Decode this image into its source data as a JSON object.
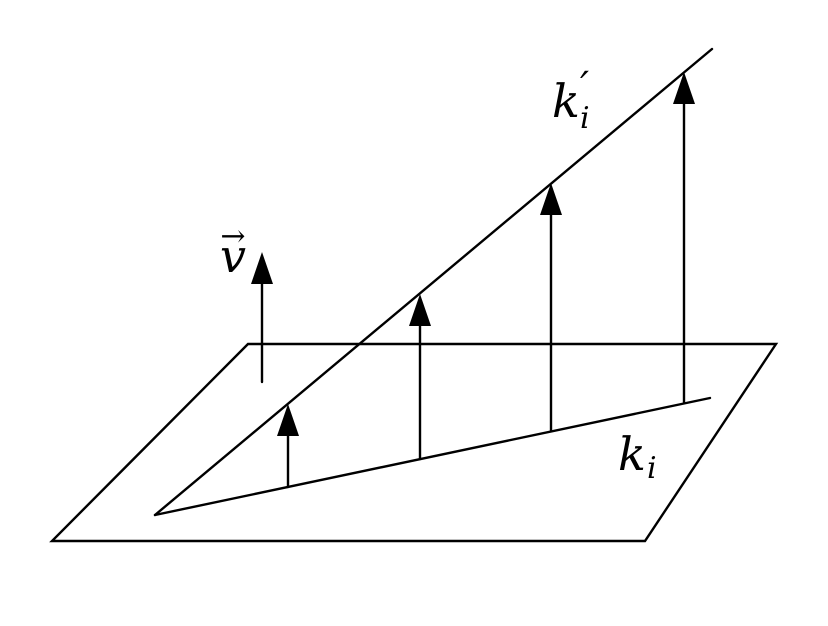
{
  "labels": {
    "velocity": {
      "symbol": "v",
      "accent": "→"
    },
    "projected_line": {
      "symbol": "k",
      "prime": "′",
      "subscript": "i"
    },
    "base_line": {
      "symbol": "k",
      "subscript": "i"
    }
  },
  "colors": {
    "ink": "#000000",
    "background": "#ffffff"
  },
  "arrows": {
    "count": 4,
    "icon": "arrow-up-icon"
  }
}
